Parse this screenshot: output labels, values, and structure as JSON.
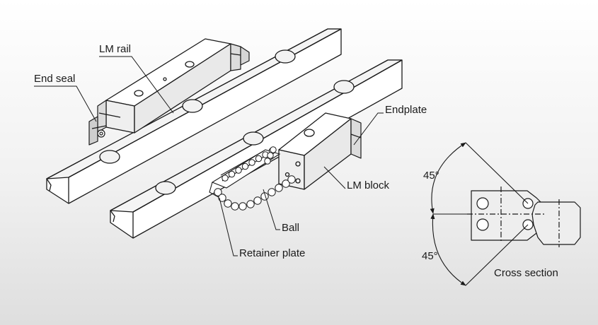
{
  "diagram": {
    "labels": {
      "lm_rail": "LM rail",
      "end_seal": "End seal",
      "endplate": "Endplate",
      "lm_block": "LM block",
      "ball": "Ball",
      "retainer_plate": "Retainer plate",
      "cross_section": "Cross section",
      "angle_top": "45°",
      "angle_bottom": "45°"
    },
    "colors": {
      "outline": "#1a1a1a",
      "part_fill": "#ffffff",
      "shade_fill": "#e4e4e4",
      "background_bottom": "#dedede"
    }
  }
}
